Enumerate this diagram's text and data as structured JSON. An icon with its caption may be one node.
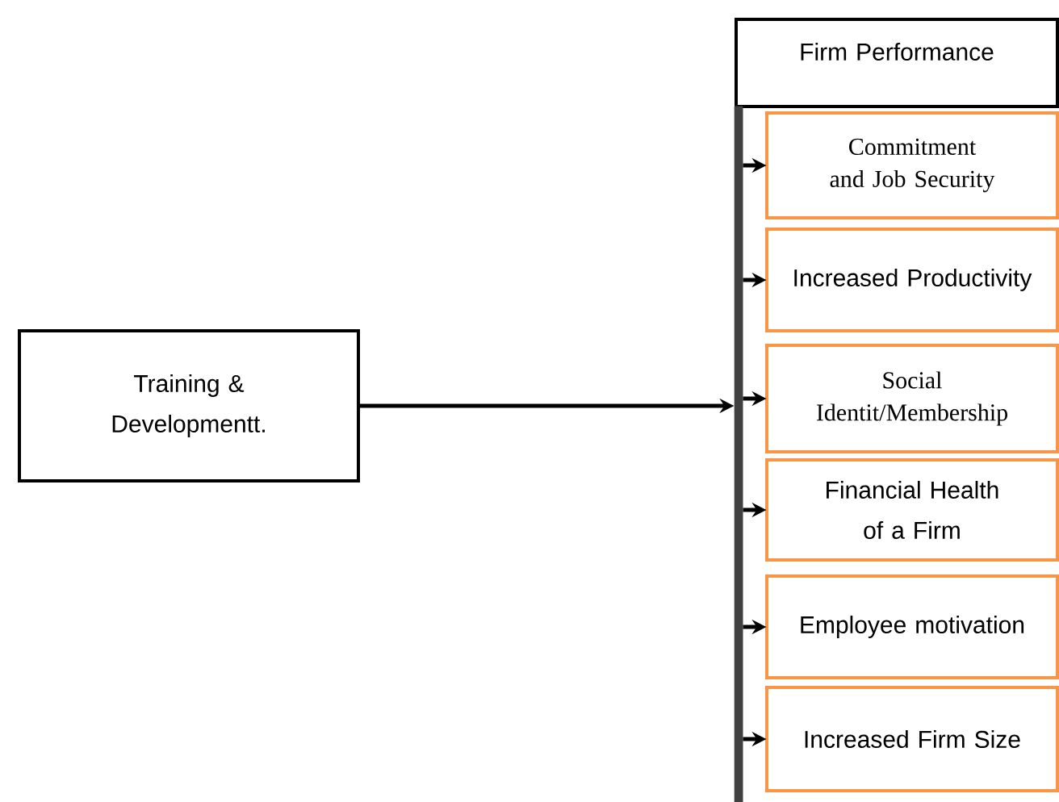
{
  "diagram": {
    "nodes": [
      {
        "text": [
          "Training & Developmentt."
        ]
      },
      {
        "text": [
          "Firm Performance"
        ]
      },
      {
        "text": [],
        "shape": "bar"
      },
      {
        "text": [
          "Commitment and Job Security"
        ]
      },
      {
        "text": [
          "Increased Productivity"
        ]
      },
      {
        "text": [
          "Social Identit/Membership"
        ]
      },
      {
        "text": [
          "Financial Health of a Firm"
        ]
      },
      {
        "text": [
          "Employee motivation"
        ]
      },
      {
        "text": [
          "Increased Firm Size"
        ]
      }
    ],
    "edges": [
      {
        "from": 0,
        "to": 2,
        "arrow": "to"
      },
      {
        "from": 2,
        "to": 3,
        "arrow": "to"
      },
      {
        "from": 2,
        "to": 4,
        "arrow": "to"
      },
      {
        "from": 2,
        "to": 5,
        "arrow": "to"
      },
      {
        "from": 2,
        "to": 6,
        "arrow": "to"
      },
      {
        "from": 2,
        "to": 7,
        "arrow": "to"
      },
      {
        "from": 2,
        "to": 8,
        "arrow": "to"
      }
    ]
  }
}
